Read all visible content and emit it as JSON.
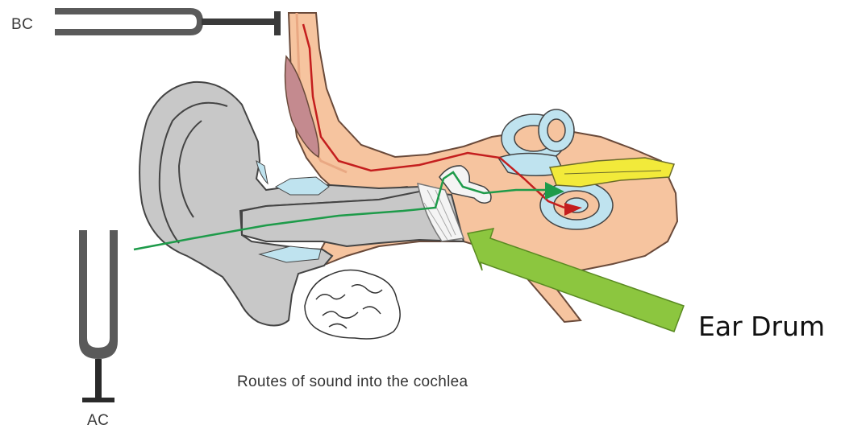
{
  "labels": {
    "bone_conduction": "BC",
    "air_conduction": "AC",
    "ear_drum": "Ear Drum",
    "caption": "Routes of sound into the cochlea"
  },
  "colors": {
    "skin": "#f6c49f",
    "pinna": "#c8c8c8",
    "fluid": "#bfe3ef",
    "air_route": "#1e9b4a",
    "bone_route": "#c41e1e",
    "pointer_arrow": "#8cc63f",
    "nerve": "#f2ea3a",
    "tuning_fork": "#555555"
  },
  "icons": [
    "tuning-fork-icon",
    "arrow-icon"
  ]
}
